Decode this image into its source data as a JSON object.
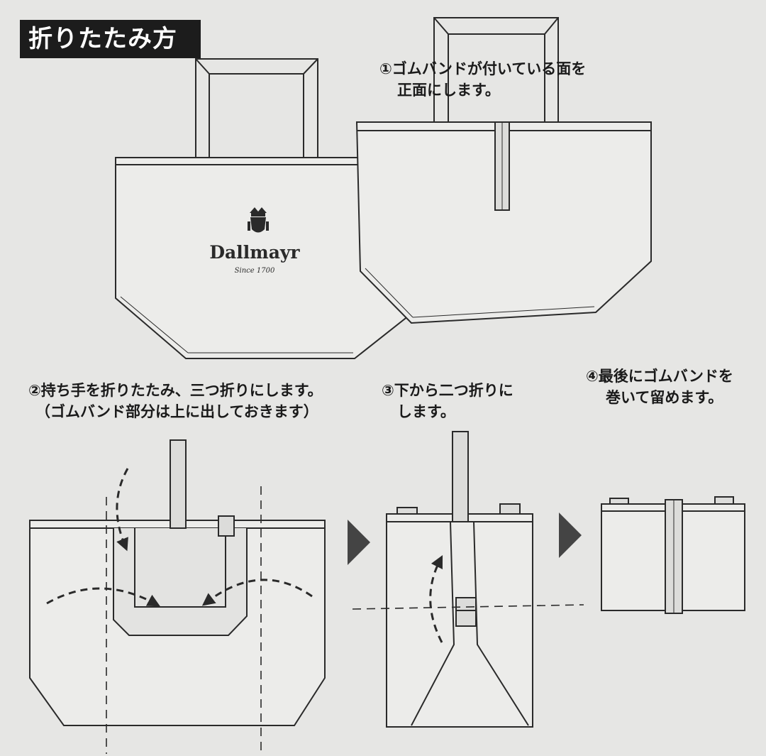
{
  "title": "折りたたみ方",
  "logo": {
    "brand": "Dallmayr",
    "tagline": "Since 1700"
  },
  "steps": [
    {
      "lines": [
        "①ゴムバンドが付いている面を",
        "正面にします。"
      ]
    },
    {
      "lines": [
        "②持ち手を折りたたみ、三つ折りにします。",
        "（ゴムバンド部分は上に出しておきます）"
      ]
    },
    {
      "lines": [
        "③下から二つ折りに",
        "します。"
      ]
    },
    {
      "lines": [
        "④最後にゴムバンドを",
        "巻いて留めます。"
      ]
    }
  ],
  "colors": {
    "background": "#e6e6e4",
    "bag_fill": "#ececea",
    "line": "#2a2a2a",
    "title_bg": "#1c1c1c",
    "arrow": "#444444"
  },
  "icons": [
    "crest-icon",
    "arrow-right-icon",
    "curved-arrow-icon"
  ]
}
